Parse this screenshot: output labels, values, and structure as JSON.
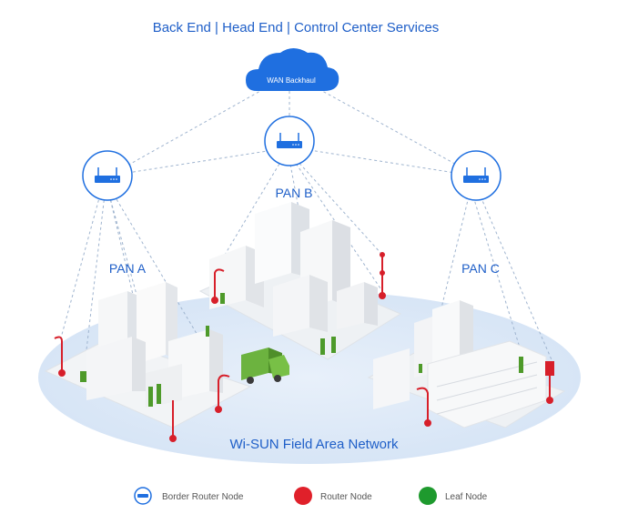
{
  "header": {
    "title": "Back End | Head End | Control Center Services"
  },
  "cloud": {
    "label": "WAN Backhaul",
    "color": "#1f6fe0"
  },
  "pans": [
    {
      "label": "PAN A"
    },
    {
      "label": "PAN B"
    },
    {
      "label": "PAN C"
    }
  ],
  "network_label": "Wi-SUN Field Area Network",
  "legend": [
    {
      "label": "Border Router Node",
      "icon": "border-router-icon",
      "color": "#1f6fe0"
    },
    {
      "label": "Router Node",
      "icon": "router-node-icon",
      "color": "#e0202a"
    },
    {
      "label": "Leaf Node",
      "icon": "leaf-node-icon",
      "color": "#1e9a2e"
    }
  ],
  "colors": {
    "accent": "#1f6fe0",
    "ground": "#dde9f7",
    "router": "#e0202a",
    "leaf": "#4e9a2a"
  }
}
